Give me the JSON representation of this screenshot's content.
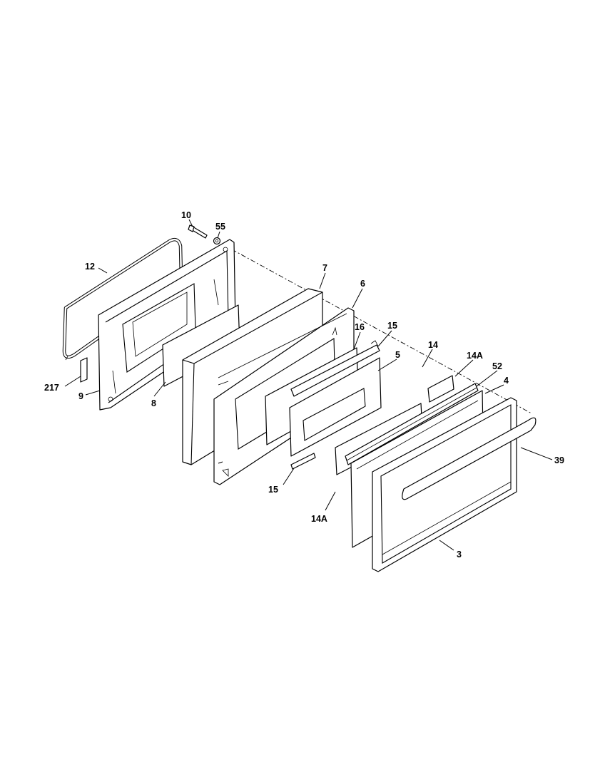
{
  "callouts": [
    {
      "id": "c10",
      "text": "10"
    },
    {
      "id": "c55",
      "text": "55"
    },
    {
      "id": "c12",
      "text": "12"
    },
    {
      "id": "c7",
      "text": "7"
    },
    {
      "id": "c6",
      "text": "6"
    },
    {
      "id": "c16",
      "text": "16"
    },
    {
      "id": "c15a",
      "text": "15"
    },
    {
      "id": "c5",
      "text": "5"
    },
    {
      "id": "c14",
      "text": "14"
    },
    {
      "id": "c14Aa",
      "text": "14A"
    },
    {
      "id": "c52",
      "text": "52"
    },
    {
      "id": "c4",
      "text": "4"
    },
    {
      "id": "c217",
      "text": "217"
    },
    {
      "id": "c9",
      "text": "9"
    },
    {
      "id": "c8",
      "text": "8"
    },
    {
      "id": "c39",
      "text": "39"
    },
    {
      "id": "c15b",
      "text": "15"
    },
    {
      "id": "c14Ab",
      "text": "14A"
    },
    {
      "id": "c3",
      "text": "3"
    }
  ]
}
